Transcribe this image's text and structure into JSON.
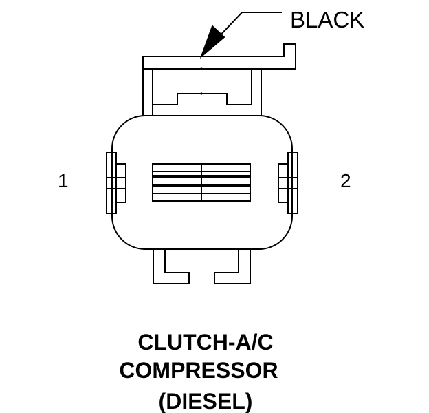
{
  "callout": {
    "text": "BLACK"
  },
  "pins": {
    "left": "1",
    "right": "2"
  },
  "title": {
    "line1": "CLUTCH-A/C",
    "line2": "COMPRESSOR",
    "line3": "(DIESEL)"
  },
  "colors": {
    "ink": "#000000",
    "background": "#ffffff"
  }
}
